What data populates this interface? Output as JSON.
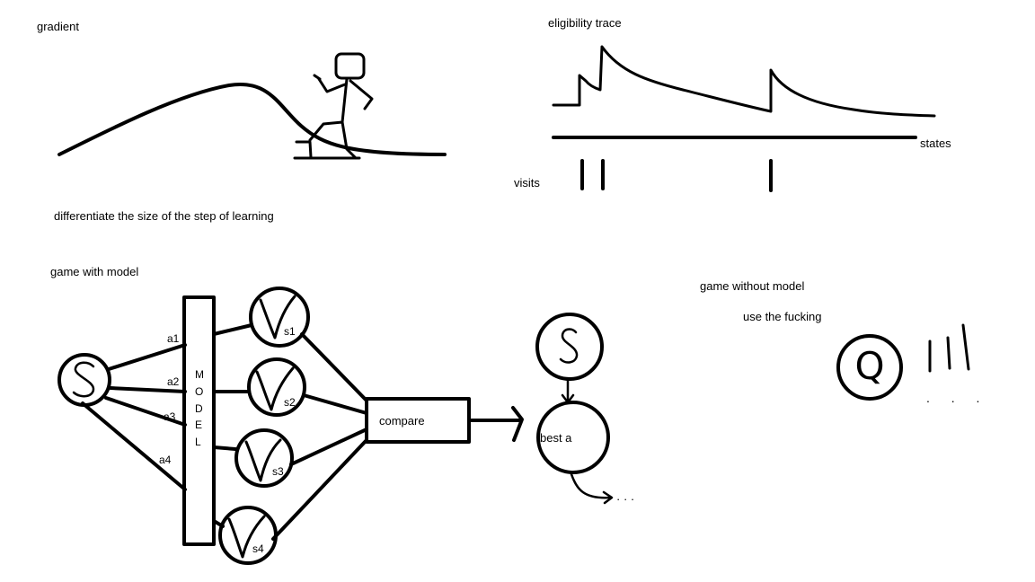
{
  "labels": {
    "gradient": "gradient",
    "eligibility_trace": "eligibility trace",
    "states": "states",
    "visits": "visits",
    "differentiate": "differentiate the size of the step of learning",
    "game_with_model": "game with model",
    "game_without_model": "game without model",
    "use_the": "use the fucking"
  },
  "nodes": {
    "state_left": "S",
    "state_right": "S",
    "q": "Q",
    "model_letters": [
      "M",
      "O",
      "D",
      "E",
      "L"
    ],
    "actions": [
      "a1",
      "a2",
      "a3",
      "a4"
    ],
    "value_labels": [
      "s1",
      "s2",
      "s3",
      "s4"
    ],
    "compare": "compare",
    "best_action": "best a",
    "continuation": "· · ·",
    "q_dots": ". . ."
  }
}
